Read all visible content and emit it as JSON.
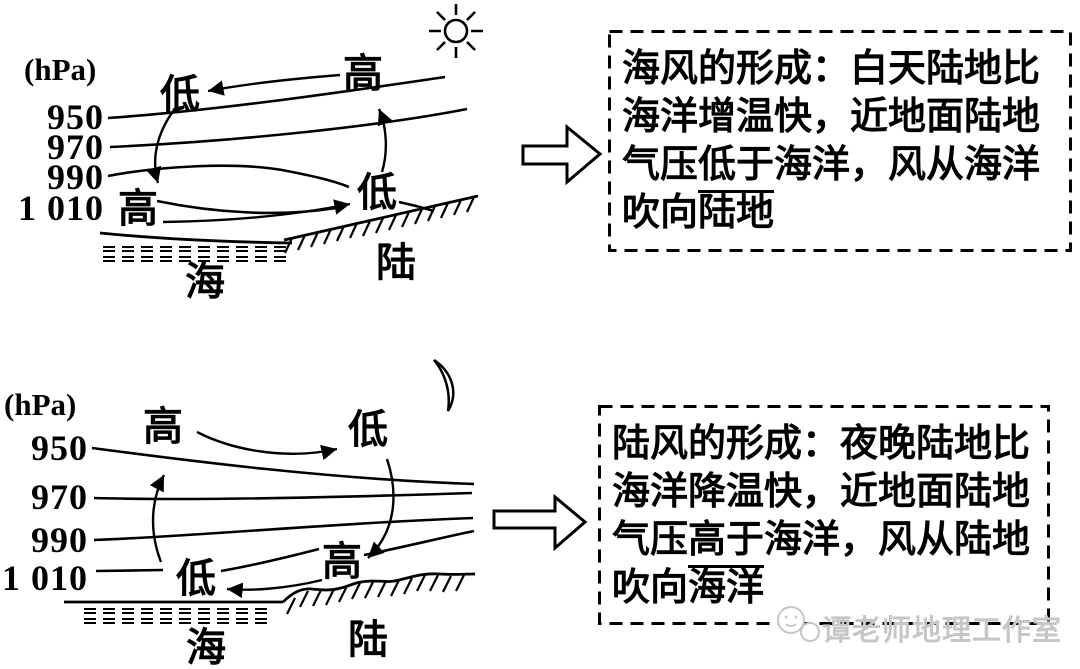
{
  "colors": {
    "ink": "#000000",
    "paper": "#ffffff",
    "watermark": "#c6c6c6"
  },
  "top_panel": {
    "sky_icon": "sun",
    "unit": "(hPa)",
    "isobars": [
      "950",
      "970",
      "990",
      "1 010"
    ],
    "aloft_left": "低",
    "aloft_right": "高",
    "surface_left": "高",
    "surface_right": "低",
    "sea": "海",
    "land": "陆",
    "note": {
      "lines": [
        {
          "pre": "海风的形成：白天陆地比",
          "u": "",
          "post": ""
        },
        {
          "pre": "海洋增温快，近地面陆地",
          "u": "",
          "post": ""
        },
        {
          "pre": "气压",
          "u": "低于",
          "post": "海洋，风从海洋"
        },
        {
          "pre": "吹向陆地",
          "u": "",
          "post": ""
        }
      ]
    }
  },
  "bottom_panel": {
    "sky_icon": "moon",
    "unit": "(hPa)",
    "isobars": [
      "950",
      "970",
      "990",
      "1 010"
    ],
    "aloft_left": "高",
    "aloft_right": "低",
    "surface_left": "低",
    "surface_right": "高",
    "sea": "海",
    "land": "陆",
    "note": {
      "lines": [
        {
          "pre": "陆风的形成：夜晚陆地比",
          "u": "",
          "post": ""
        },
        {
          "pre": "海洋降温快，近地面陆地",
          "u": "",
          "post": ""
        },
        {
          "pre": "气压",
          "u": "高于",
          "post": "海洋，风从陆地"
        },
        {
          "pre": "吹向海洋",
          "u": "",
          "post": ""
        }
      ]
    }
  },
  "watermark": {
    "text": "谭老师地理工作室"
  }
}
